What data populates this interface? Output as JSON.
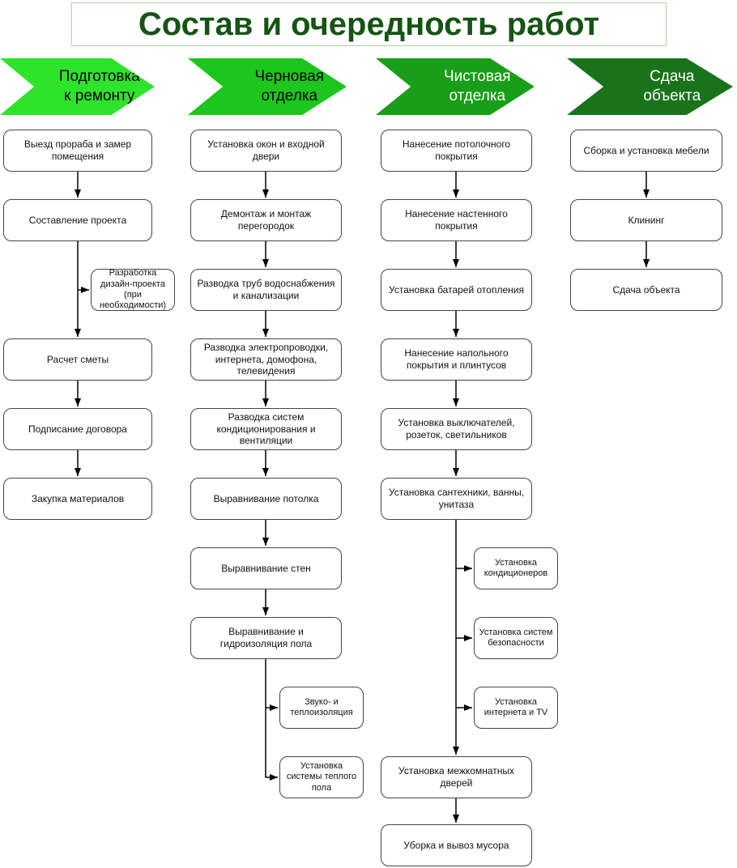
{
  "title": "Состав и очередность работ",
  "colors": {
    "title_text": "#155415",
    "title_border": "#aed0ae",
    "box_border": "#454545",
    "box_text": "#121212",
    "connector": "#000000"
  },
  "columns": [
    {
      "header": "Подготовка к ремонту",
      "header_color": "#2de42b",
      "header_text_color": "#000000",
      "nodes": [
        {
          "label": "Выезд прораба и замер помещения"
        },
        {
          "label": "Составление проекта"
        },
        {
          "label": "Разработка дизайн-проекта (при необходимости)",
          "side": true
        },
        {
          "label": "Расчет сметы"
        },
        {
          "label": "Подписание договора"
        },
        {
          "label": "Закупка материалов"
        }
      ]
    },
    {
      "header": "Черновая отделка",
      "header_color": "#1cc61c",
      "header_text_color": "#000000",
      "nodes": [
        {
          "label": "Установка окон и входной двери"
        },
        {
          "label": "Демонтаж и монтаж перегородок"
        },
        {
          "label": "Разводка труб водоснабжения и канализации"
        },
        {
          "label": "Разводка электропроводки, интернета, домофона, телевидения"
        },
        {
          "label": "Разводка систем кондиционирования и вентиляции"
        },
        {
          "label": "Выравнивание потолка"
        },
        {
          "label": "Выравнивание стен"
        },
        {
          "label": "Выравнивание и гидроизоляция пола"
        },
        {
          "label": "Звуко- и теплоизоляция",
          "side": true
        },
        {
          "label": "Установка системы теплого пола",
          "side": true
        }
      ]
    },
    {
      "header": "Чистовая отделка",
      "header_color": "#189e18",
      "header_text_color": "#ffffff",
      "nodes": [
        {
          "label": "Нанесение потолочного покрытия"
        },
        {
          "label": "Нанесение настенного покрытия"
        },
        {
          "label": "Установка батарей отопления"
        },
        {
          "label": "Нанесение напольного покрытия и плинтусов"
        },
        {
          "label": "Установка выключателей, розеток, светильников"
        },
        {
          "label": "Установка сантехники, ванны, унитаза"
        },
        {
          "label": "Установка кондиционеров",
          "side": true
        },
        {
          "label": "Установка систем безопасности",
          "side": true
        },
        {
          "label": "Установка интернета и TV",
          "side": true
        },
        {
          "label": "Установка межкомнатных дверей"
        },
        {
          "label": "Уборка и вывоз мусора"
        }
      ]
    },
    {
      "header": "Сдача объекта",
      "header_color": "#1a731a",
      "header_text_color": "#ffffff",
      "nodes": [
        {
          "label": "Сборка и установка мебели"
        },
        {
          "label": "Клининг"
        },
        {
          "label": "Сдача объекта"
        }
      ]
    }
  ]
}
